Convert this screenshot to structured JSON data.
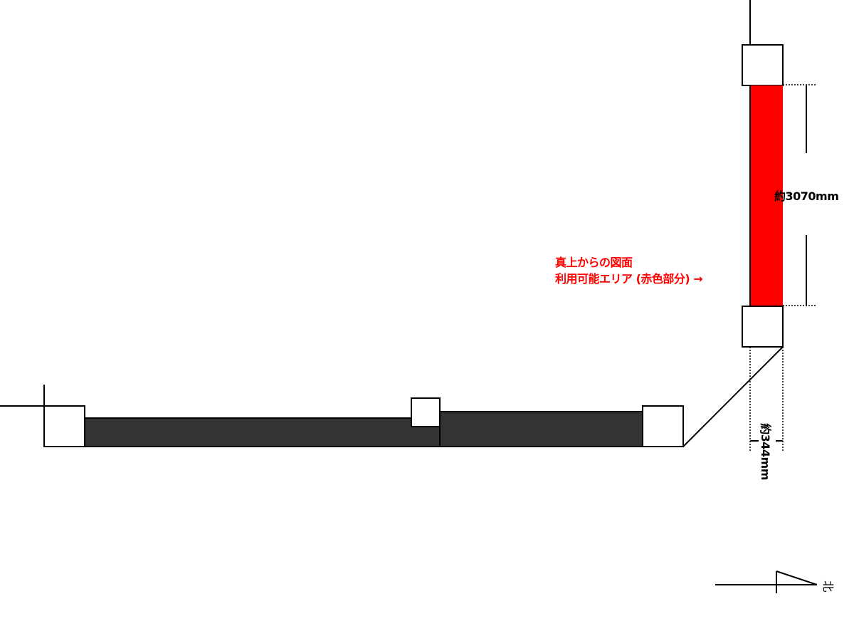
{
  "annotation": {
    "line1": "真上からの図面",
    "line2": "利用可能エリア (赤色部分) →",
    "color": "#ff0000"
  },
  "dimensions": {
    "length": "約3070mm",
    "width": "約344mm"
  },
  "north_label": "北",
  "colors": {
    "available_area": "#ff0000",
    "wall": "#333333",
    "line": "#000000"
  }
}
